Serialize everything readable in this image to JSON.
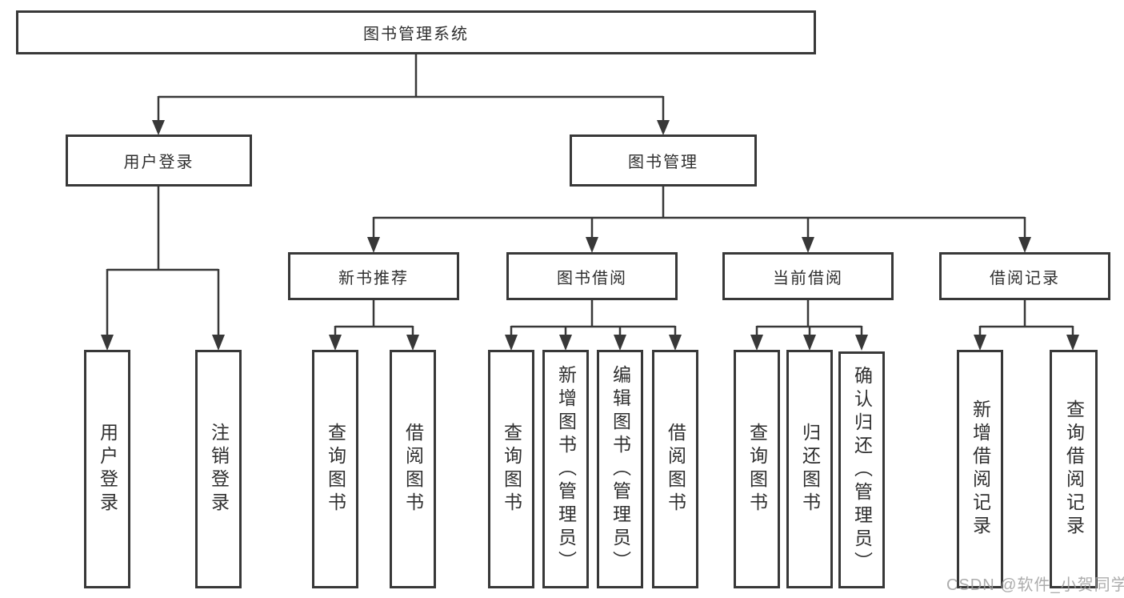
{
  "watermark": "CSDN @软件_小贺同学",
  "colors": {
    "line": "#383838",
    "text": "#2f2f2f",
    "background": "#ffffff",
    "watermark": "#9e9e9e"
  },
  "hierarchy": {
    "label": "图书管理系统",
    "children": [
      {
        "label": "用户登录",
        "children": [
          {
            "label": "用户登录"
          },
          {
            "label": "注销登录"
          }
        ]
      },
      {
        "label": "图书管理",
        "children": [
          {
            "label": "新书推荐",
            "children": [
              {
                "label": "查询图书"
              },
              {
                "label": "借阅图书"
              }
            ]
          },
          {
            "label": "图书借阅",
            "children": [
              {
                "label": "查询图书"
              },
              {
                "label": "新增图书（管理员）"
              },
              {
                "label": "编辑图书（管理员）"
              },
              {
                "label": "借阅图书"
              }
            ]
          },
          {
            "label": "当前借阅",
            "children": [
              {
                "label": "查询图书"
              },
              {
                "label": "归还图书"
              },
              {
                "label": "确认归还（管理员）"
              }
            ]
          },
          {
            "label": "借阅记录",
            "children": [
              {
                "label": "新增借阅记录"
              },
              {
                "label": "查询借阅记录"
              }
            ]
          }
        ]
      }
    ]
  }
}
